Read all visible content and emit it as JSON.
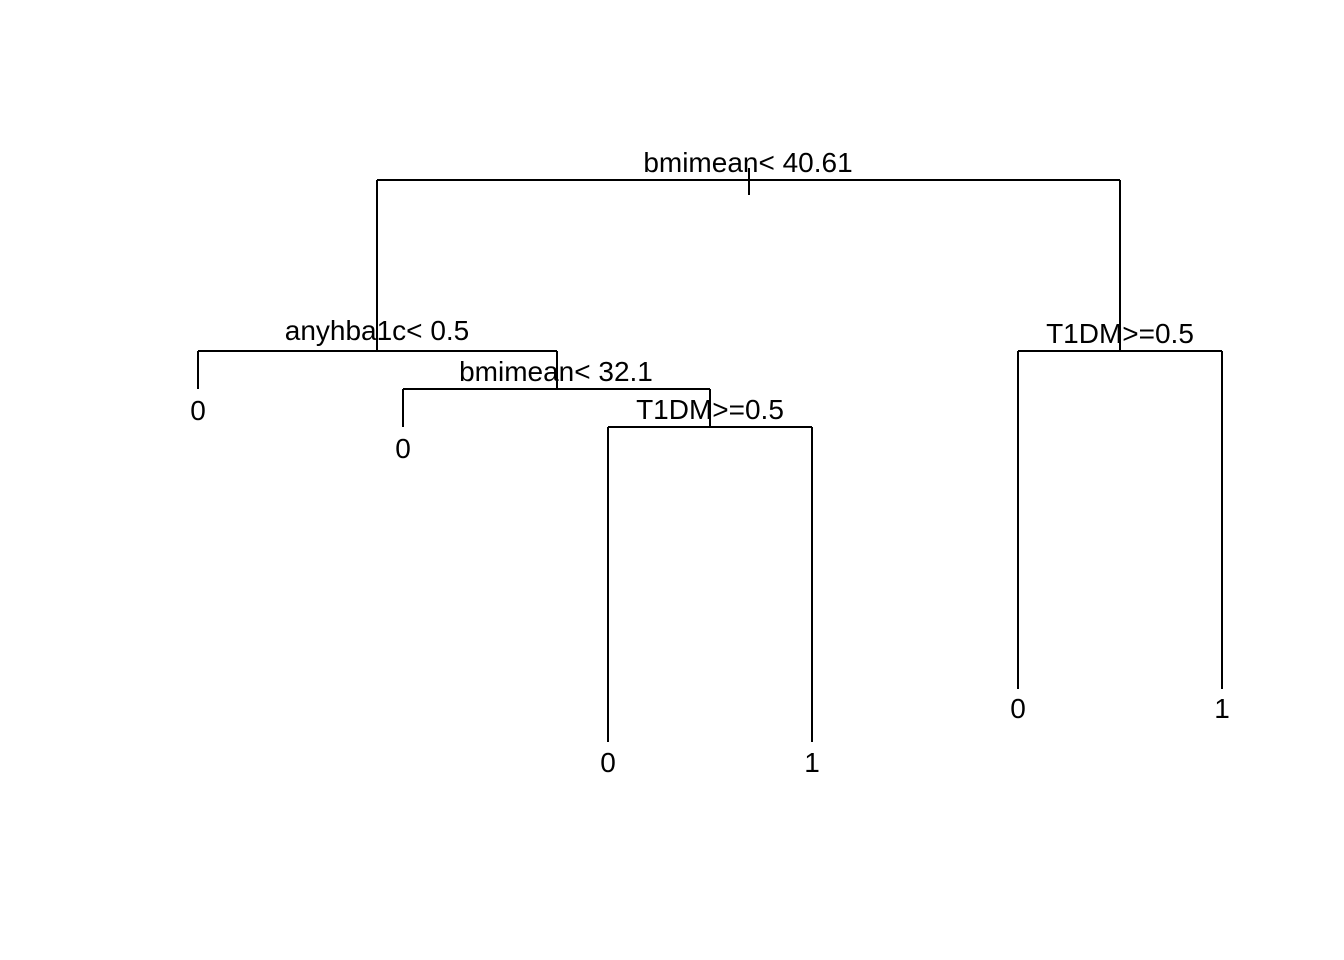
{
  "tree": {
    "root": {
      "split": "bmimean< 40.61",
      "left": {
        "split": "anyhba1c< 0.5",
        "left": {
          "leaf": "0"
        },
        "right": {
          "split": "bmimean< 32.1",
          "left": {
            "leaf": "0"
          },
          "right": {
            "split": "T1DM>=0.5",
            "left": {
              "leaf": "0"
            },
            "right": {
              "leaf": "1"
            }
          }
        }
      },
      "right": {
        "split": "T1DM>=0.5",
        "left": {
          "leaf": "0"
        },
        "right": {
          "leaf": "1"
        }
      }
    }
  }
}
